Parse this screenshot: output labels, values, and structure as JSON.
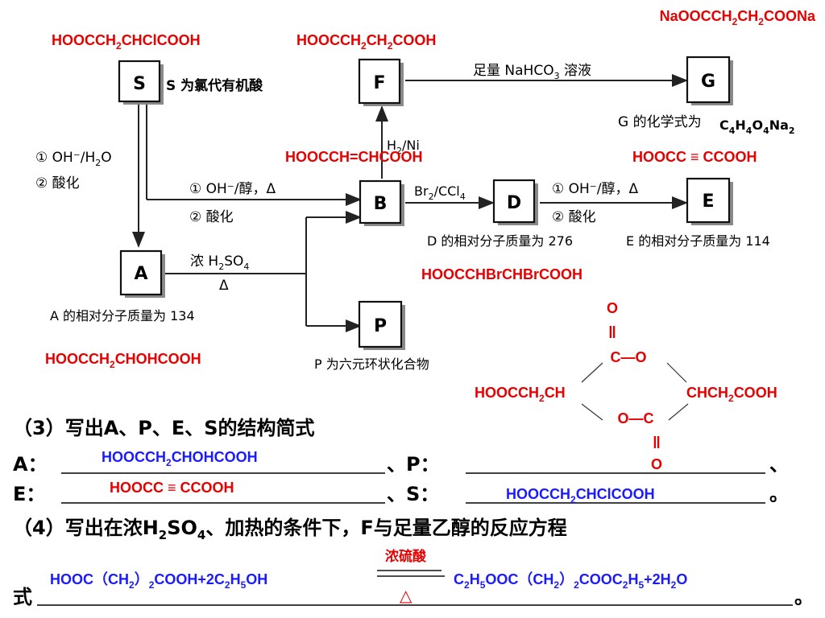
{
  "nodes": {
    "S": "S",
    "F": "F",
    "G": "G",
    "A": "A",
    "B": "B",
    "D": "D",
    "E": "E",
    "P": "P"
  },
  "printed_labels": {
    "s_note": "S 为氯代有机酸",
    "f_to_g": "足量 NaHCO",
    "f_to_g_sub": "3",
    "f_to_g_tail": " 溶液",
    "g_note": "G 的化学式为",
    "h2ni": "H",
    "h2ni_sub": "2",
    "h2ni_tail": "/Ni",
    "s_to_a_1": "① OH⁻/H",
    "s_to_a_1_sub": "2",
    "s_to_a_1_tail": "O",
    "s_to_a_2": "② 酸化",
    "s_to_b_1": "① OH⁻/醇，Δ",
    "s_to_b_2": "② 酸化",
    "a_to_p_1": "浓 H",
    "a_to_p_1_sub": "2",
    "a_to_p_1_mid": "SO",
    "a_to_p_1_sub2": "4",
    "a_to_p_2": "Δ",
    "b_to_d_1": "Br",
    "b_to_d_1_sub": "2",
    "b_to_d_1_mid": "/CCl",
    "b_to_d_1_sub2": "4",
    "d_to_e_1": "① OH⁻/醇，Δ",
    "d_to_e_2": "② 酸化",
    "d_note": "D 的相对分子质量为 276",
    "e_note": "E 的相对分子质量为 114",
    "a_note": "A 的相对分子质量为 134",
    "p_note": "P 为六元环状化合物"
  },
  "red_annotations": {
    "g_top": "NaOOCCH2CH2COONa",
    "s_formula": "HOOCCH2CHClCOOH",
    "f_formula": "HOOCCH2CH2COOH",
    "g_formula": "C4H4O4Na2",
    "b_formula": "HOOCCH=CHCOOH",
    "e_formula": "HOOCC ≡ CCOOH",
    "d_formula": "HOOCCHBrCHBrCOOH",
    "a_formula": "HOOCCH2CHOHCOOH",
    "ring": {
      "o_top": "O",
      "dbl_top": "‖",
      "c_o_top": "C—O",
      "left": "HOOCCH2CH",
      "right": "CHCH2COOH",
      "o_c_bottom": "O—C",
      "dbl_bottom": "‖",
      "o_bottom": "O"
    }
  },
  "question3": {
    "stem": "（3）写出A、P、E、S的结构简式",
    "a_label": "A：",
    "p_label": "、P：",
    "end_comma": "、",
    "e_label": "E：",
    "s_label": "、S：",
    "period": "。",
    "answer_a": "HOOCCH2CHOHCOOH",
    "answer_e": "HOOCC ≡ CCOOH",
    "answer_s": "HOOCCH2CHClCOOH"
  },
  "question4": {
    "stem": "（4）写出在浓H2SO4、加热的条件下，F与足量乙醇的反应方程",
    "stem_end": "式",
    "period": "。",
    "catalyst": "浓硫酸",
    "heat": "△",
    "lhs": "HOOC（CH2）2COOH+2C2H5OH",
    "rhs": "C2H5OOC（CH2）2COOC2H5+2H2O"
  },
  "colors": {
    "answer_red": "#e60000",
    "answer_blue": "#1a1aff",
    "diagram_ink": "#111111"
  }
}
